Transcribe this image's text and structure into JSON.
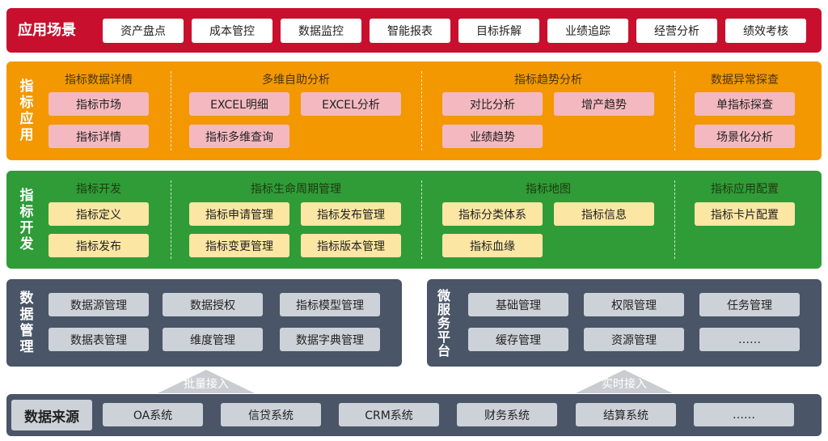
{
  "scenarios": {
    "title": "应用场景",
    "items": [
      "资产盘点",
      "成本管控",
      "数据监控",
      "智能报表",
      "目标拆解",
      "业绩追踪",
      "经营分析",
      "绩效考核"
    ]
  },
  "metric_app": {
    "title": "指标应用",
    "groups": [
      {
        "heading": "指标数据详情",
        "items": [
          "指标市场",
          "指标详情"
        ]
      },
      {
        "heading": "多维自助分析",
        "items": [
          "EXCEL明细",
          "EXCEL分析",
          "指标多维查询"
        ]
      },
      {
        "heading": "指标趋势分析",
        "items": [
          "对比分析",
          "增产趋势",
          "业绩趋势"
        ]
      },
      {
        "heading": "数据异常探查",
        "items": [
          "单指标探查",
          "场景化分析"
        ]
      }
    ]
  },
  "metric_dev": {
    "title": "指标开发",
    "groups": [
      {
        "heading": "指标开发",
        "items": [
          "指标定义",
          "指标发布"
        ]
      },
      {
        "heading": "指标生命周期管理",
        "items": [
          "指标申请管理",
          "指标发布管理",
          "指标变更管理",
          "指标版本管理"
        ]
      },
      {
        "heading": "指标地图",
        "items": [
          "指标分类体系",
          "指标信息",
          "指标血缘"
        ]
      },
      {
        "heading": "指标应用配置",
        "items": [
          "指标卡片配置"
        ]
      }
    ]
  },
  "data_mgmt": {
    "title": "数据管理",
    "items": [
      "数据源管理",
      "数据授权",
      "指标模型管理",
      "数据表管理",
      "维度管理",
      "数据字典管理"
    ]
  },
  "microservice": {
    "title": "微服务平台",
    "items": [
      "基础管理",
      "权限管理",
      "任务管理",
      "缓存管理",
      "资源管理",
      "……"
    ]
  },
  "arrows": {
    "left": "批量接入",
    "right": "实时接入"
  },
  "sources": {
    "title": "数据来源",
    "items": [
      "OA系统",
      "信贷系统",
      "CRM系统",
      "财务系统",
      "结算系统",
      "……"
    ]
  },
  "colors": {
    "red": "#c8102e",
    "orange": "#f39800",
    "green": "#2f9c37",
    "slate": "#4a5567",
    "pink": "#f4b9c0",
    "yellow": "#fbe6a3",
    "gray": "#cdd2d9"
  }
}
